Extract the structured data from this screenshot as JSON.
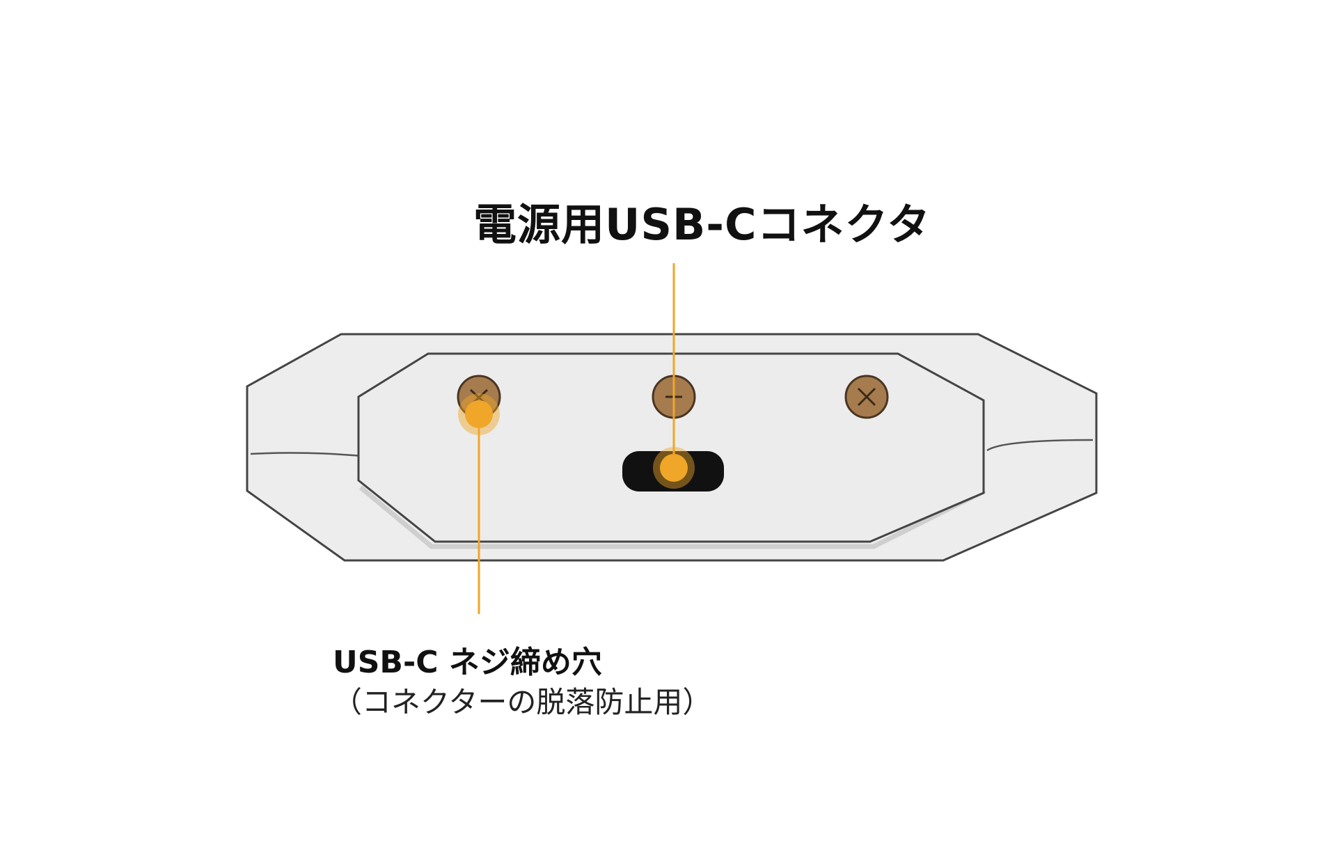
{
  "diagram": {
    "labels": {
      "power_connector": "電源用USB-Cコネクタ",
      "screw_hole": "USB-C ネジ締め穴",
      "screw_hole_note": "（コネクターの脱落防止用）"
    },
    "colors": {
      "accent": "#F0A628",
      "screw": "#A67C4E",
      "screw_outline": "#4A3522",
      "housing_fill": "#EBEBEB",
      "housing_outline": "#444444",
      "port": "#111111"
    },
    "components": {
      "screws": [
        "screw-left",
        "screw-center",
        "screw-right"
      ],
      "port": "usb-c-port"
    }
  }
}
